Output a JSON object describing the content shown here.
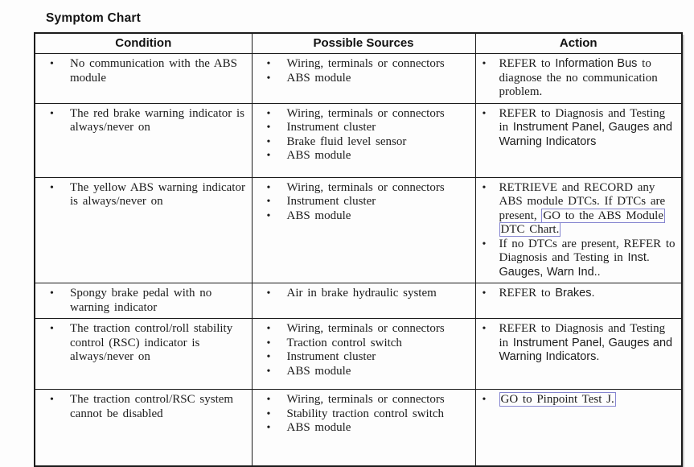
{
  "title": "Symptom Chart",
  "colors": {
    "link_box": "#8585cf",
    "border": "#1b1b1b"
  },
  "table": {
    "headers": [
      "Condition",
      "Possible Sources",
      "Action"
    ],
    "rows": [
      {
        "condition": [
          "No communication with the ABS module"
        ],
        "sources": [
          "Wiring, terminals or connectors",
          "ABS module"
        ],
        "actions": [
          [
            {
              "t": "REFER to "
            },
            {
              "t": "Information Bus",
              "sans": true
            },
            {
              "t": " to diagnose the no communication problem."
            }
          ]
        ]
      },
      {
        "condition": [
          "The red brake warning indicator is always/never on"
        ],
        "sources": [
          "Wiring, terminals or connectors",
          "Instrument cluster",
          "Brake fluid level sensor",
          "ABS module"
        ],
        "actions": [
          [
            {
              "t": "REFER to Diagnosis and Testing in "
            },
            {
              "t": "Instrument Panel, Gauges and Warning Indicators",
              "sans": true
            }
          ]
        ]
      },
      {
        "condition": [
          "The yellow ABS warning indicator is always/never on"
        ],
        "sources": [
          "Wiring, terminals or connectors",
          "Instrument cluster",
          "ABS module"
        ],
        "actions": [
          [
            {
              "t": "RETRIEVE and RECORD any ABS module DTCs. If DTCs are present, "
            },
            {
              "t": "GO to the ABS Module DTC Chart.",
              "link": true
            }
          ],
          [
            {
              "t": "If no DTCs are present, REFER to Diagnosis and Testing in "
            },
            {
              "t": "Inst. Gauges, Warn Ind..",
              "sans": true
            }
          ]
        ]
      },
      {
        "condition": [
          "Spongy brake pedal with no warning indicator"
        ],
        "sources": [
          "Air in brake hydraulic system"
        ],
        "actions": [
          [
            {
              "t": "REFER to "
            },
            {
              "t": "Brakes.",
              "sans": true
            }
          ]
        ]
      },
      {
        "condition": [
          "The traction control/roll stability control (RSC) indicator is always/never on"
        ],
        "sources": [
          "Wiring, terminals or connectors",
          "Traction control switch",
          "Instrument cluster",
          "ABS module"
        ],
        "actions": [
          [
            {
              "t": "REFER to Diagnosis and Testing in "
            },
            {
              "t": "Instrument Panel, Gauges and Warning Indicators.",
              "sans": true
            }
          ]
        ]
      },
      {
        "condition": [
          "The traction control/RSC system cannot be disabled"
        ],
        "sources": [
          "Wiring, terminals or connectors",
          "Stability traction control switch",
          "ABS module"
        ],
        "actions": [
          [
            {
              "t": "GO to Pinpoint Test J.",
              "link": true
            }
          ]
        ]
      }
    ]
  }
}
